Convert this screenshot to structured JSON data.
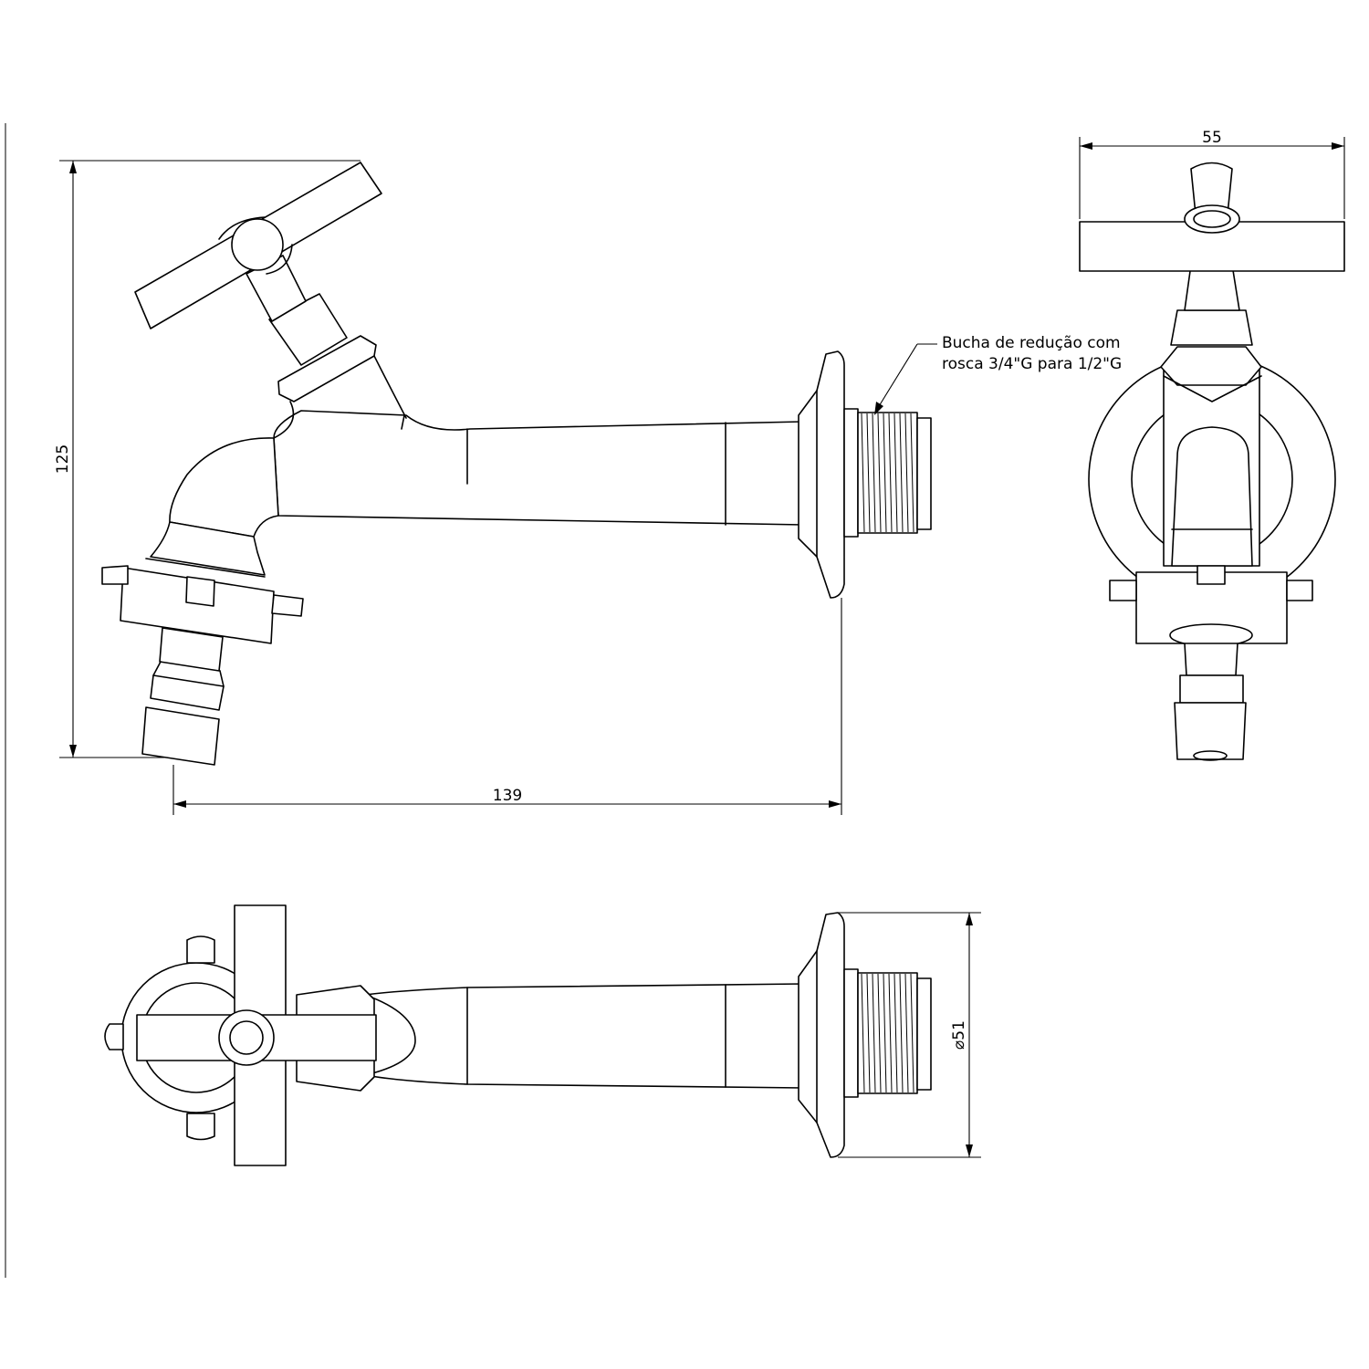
{
  "dimensions": {
    "height": "125",
    "length": "139",
    "width": "55",
    "diameter": "⌀51"
  },
  "callout": {
    "line1": "Bucha de redução com",
    "line2": "rosca 3/4\"G para 1/2\"G"
  }
}
